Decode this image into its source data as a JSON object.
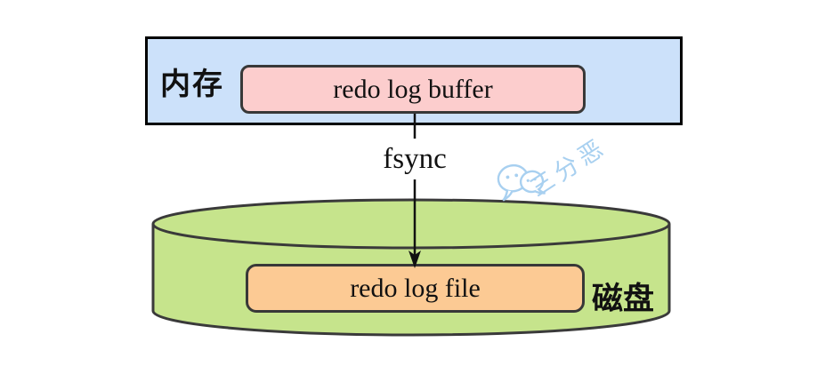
{
  "diagram": {
    "memory_region": {
      "label": "内存",
      "fill": "#CCE1FA",
      "border": "#000000"
    },
    "buffer_box": {
      "label": "redo log buffer",
      "fill": "#FCCDCD",
      "border": "#383838"
    },
    "flow_arrow": {
      "label": "fsync",
      "color": "#111111",
      "direction": "down"
    },
    "disk_region": {
      "label": "磁盘",
      "fill": "#C6E48C",
      "border": "#3A3A3A",
      "shape": "cylinder"
    },
    "file_box": {
      "label": "redo log file",
      "fill": "#FCCA94",
      "border": "#383838"
    },
    "watermark": {
      "text": "三分恶",
      "icon": "wechat-icon",
      "color": "#A8D0F0"
    }
  }
}
